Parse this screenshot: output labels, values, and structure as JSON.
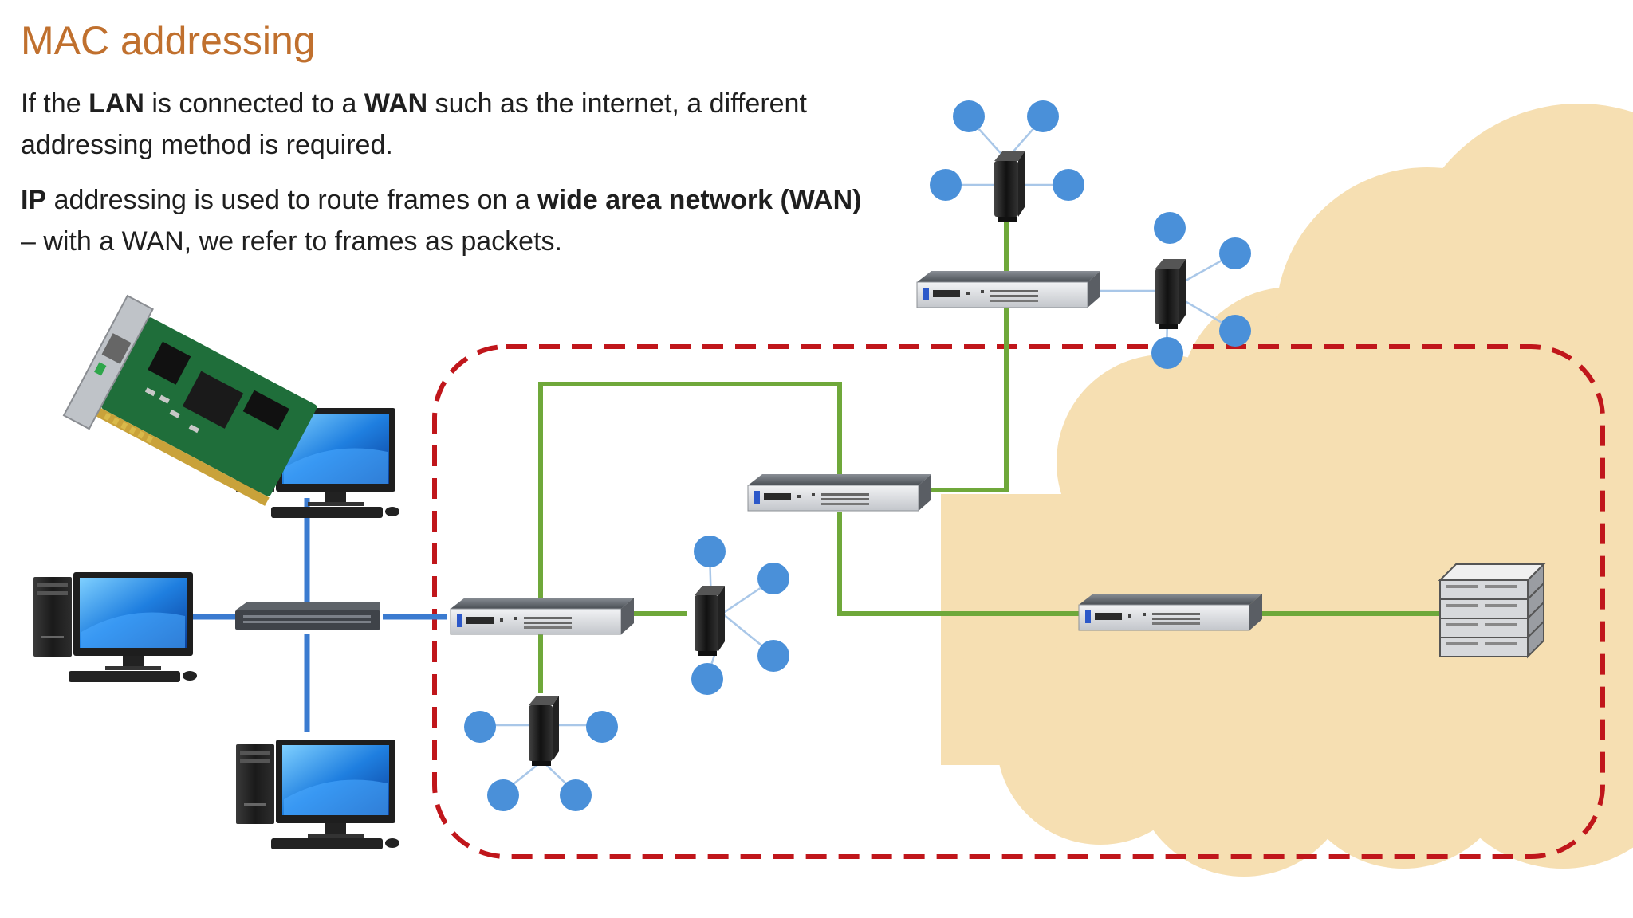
{
  "slide": {
    "title": "MAC addressing",
    "para1": [
      {
        "text": "If the ",
        "bold": false
      },
      {
        "text": "LAN",
        "bold": true
      },
      {
        "text": " is connected to a ",
        "bold": false
      },
      {
        "text": "WAN",
        "bold": true
      },
      {
        "text": " such as the internet, a different addressing method is required.",
        "bold": false
      }
    ],
    "para2": [
      {
        "text": "IP",
        "bold": true
      },
      {
        "text": " addressing is used to route frames on a ",
        "bold": false
      },
      {
        "text": "wide area network (WAN)",
        "bold": true
      },
      {
        "text": " – with a WAN, we refer to frames as packets.",
        "bold": false
      }
    ]
  },
  "colors": {
    "title": "#C0702E",
    "text": "#1f1f1f",
    "cloud": "#F6DFB2",
    "wan_boundary": "#C0161B",
    "wan_link": "#6FA83A",
    "lan_link": "#3B7BD0",
    "wireless_node": "#4A90D9"
  },
  "icons": {
    "nic": "network-card-icon",
    "computer": "desktop-computer-icon",
    "hub": "network-hub-icon",
    "router": "router-icon",
    "access_point": "wireless-access-point-icon",
    "wireless_client": "wireless-client-node-icon",
    "server": "server-stack-icon",
    "internet": "internet-cloud-shape"
  }
}
